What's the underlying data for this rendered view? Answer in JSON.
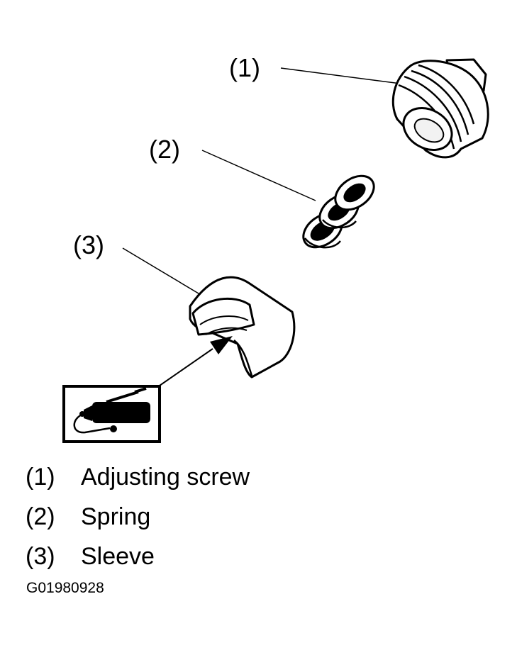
{
  "callouts": {
    "c1": "(1)",
    "c2": "(2)",
    "c3": "(3)"
  },
  "legend": [
    {
      "num": "(1)",
      "label": "Adjusting screw"
    },
    {
      "num": "(2)",
      "label": "Spring"
    },
    {
      "num": "(3)",
      "label": "Sleeve"
    }
  ],
  "figure_id": "G01980928",
  "icons": {
    "grease": "grease-gun-icon"
  },
  "colors": {
    "ink": "#000000",
    "paper": "#ffffff"
  }
}
